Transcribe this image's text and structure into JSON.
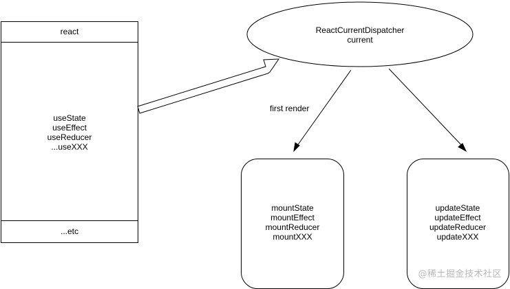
{
  "react_module": {
    "header": "react",
    "hooks": [
      "useState",
      "useEffect",
      "useReducer",
      "...useXXX"
    ],
    "footer": "...etc"
  },
  "dispatcher": {
    "lines": [
      "ReactCurrentDispatcher",
      "current"
    ]
  },
  "edge_label": "first render",
  "mount_box": {
    "lines": [
      "mountState",
      "mountEffect",
      "mountReducer",
      "mountXXX"
    ]
  },
  "update_box": {
    "lines": [
      "updateState",
      "updateEffect",
      "updateReducer",
      "updateXXX"
    ]
  },
  "watermark": "@稀土掘金技术社区"
}
